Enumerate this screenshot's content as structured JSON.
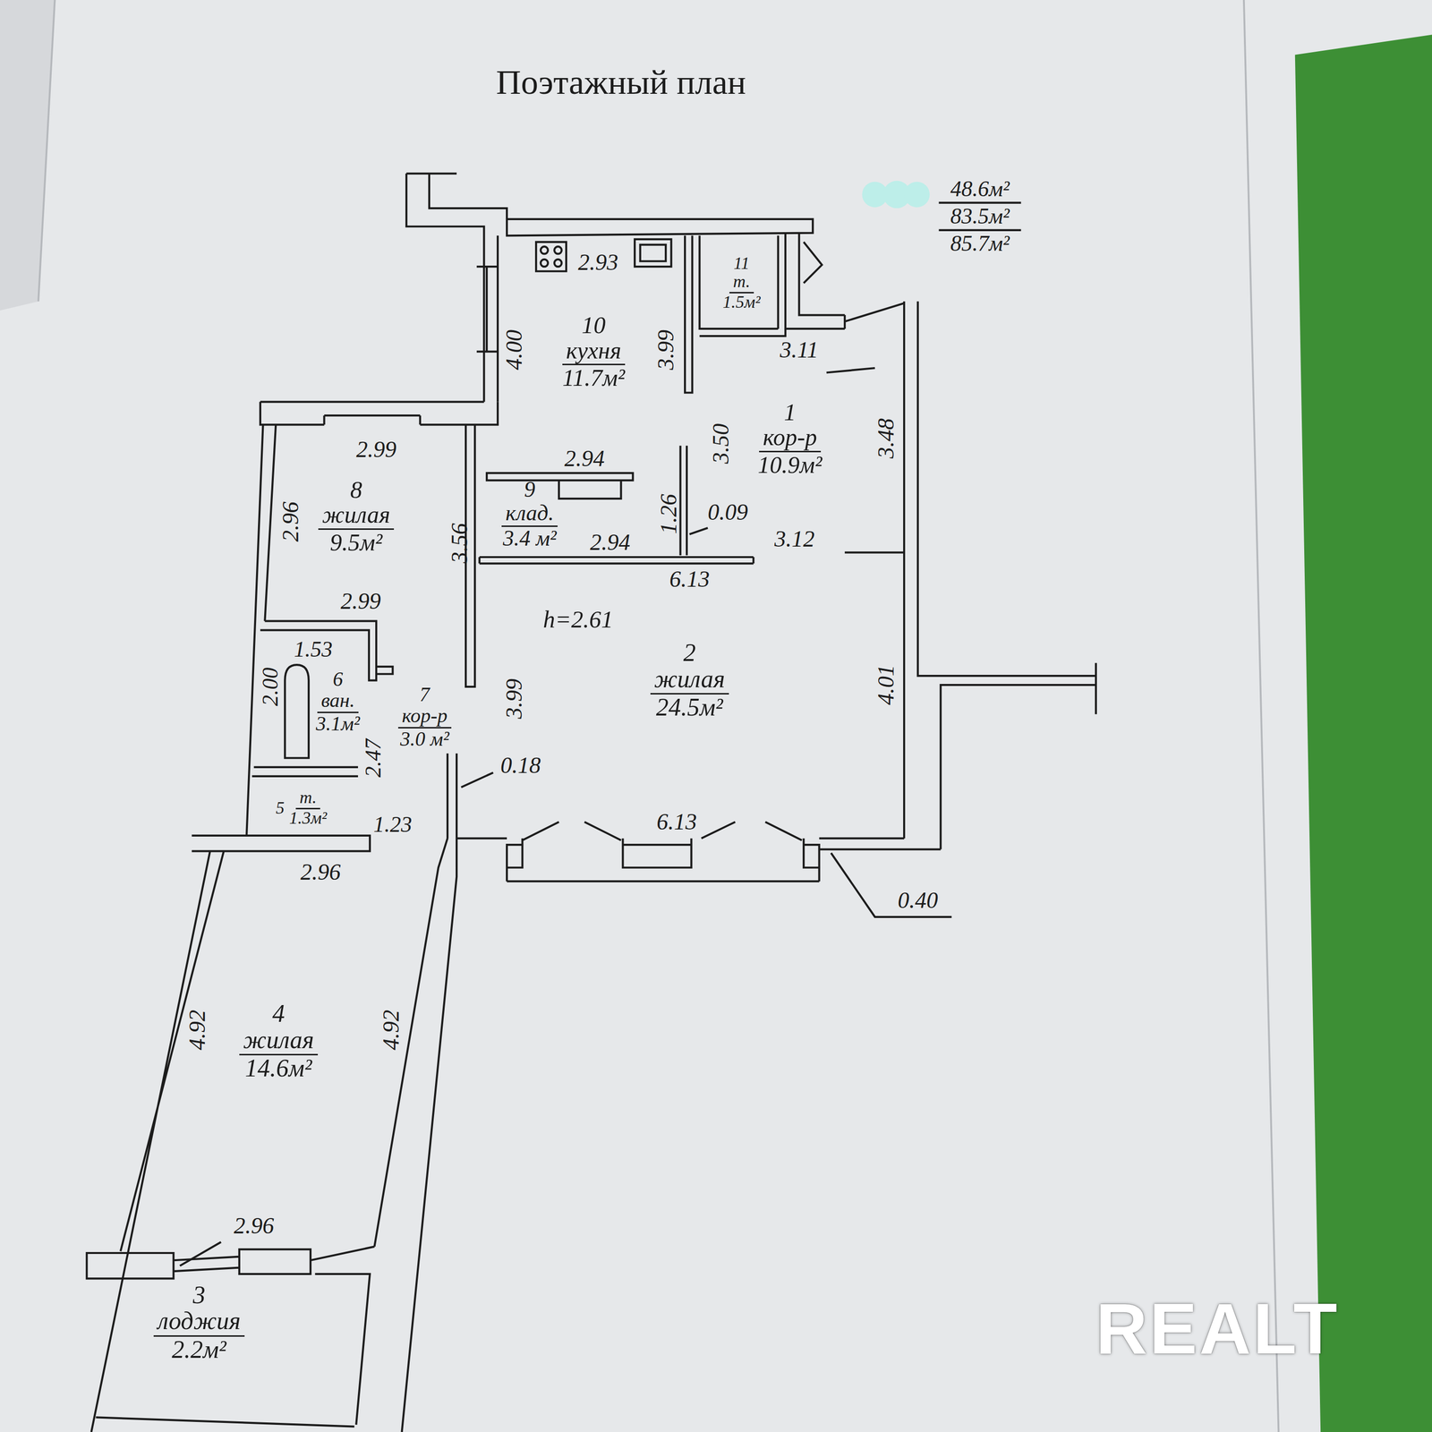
{
  "diagram": {
    "title": "Поэтажный план",
    "nodes": [
      {
        "text": [
          "10",
          "кухня",
          "11.7м²"
        ]
      },
      {
        "text": [
          "11",
          "т.",
          "1.5м²"
        ]
      },
      {
        "text": [
          "1",
          "кор-р",
          "10.9м²"
        ]
      },
      {
        "text": [
          "8",
          "жилая",
          "9.5м²"
        ]
      },
      {
        "text": [
          "9",
          "клад.",
          "3.4 м²"
        ]
      },
      {
        "text": [
          "2",
          "жилая",
          "24.5м²"
        ]
      },
      {
        "text": [
          "6",
          "ван.",
          "3.1м²"
        ]
      },
      {
        "text": [
          "7",
          "кор-р",
          "3.0 м²"
        ]
      },
      {
        "text": [
          "5",
          "т.",
          "1.3м²"
        ]
      },
      {
        "text": [
          "4",
          "жилая",
          "14.6м²"
        ]
      },
      {
        "text": [
          "3",
          "лоджия",
          "2.2м²"
        ]
      }
    ],
    "labels": [
      "48.6м²",
      "83.5м²",
      "85.7м²",
      "2.93",
      "4.00",
      "3.99",
      "3.11",
      "3.48",
      "3.50",
      "2.99",
      "2.94",
      "1.26",
      "0.09",
      "2.96",
      "3.56",
      "3.12",
      "2.94",
      "6.13",
      "2.99",
      "h=2.61",
      "1.53",
      "2.00",
      "4.01",
      "3.99",
      "2.47",
      "0.18",
      "1.23",
      "6.13",
      "2.96",
      "0.40",
      "4.92",
      "4.92",
      "2.96",
      "REALT"
    ]
  }
}
